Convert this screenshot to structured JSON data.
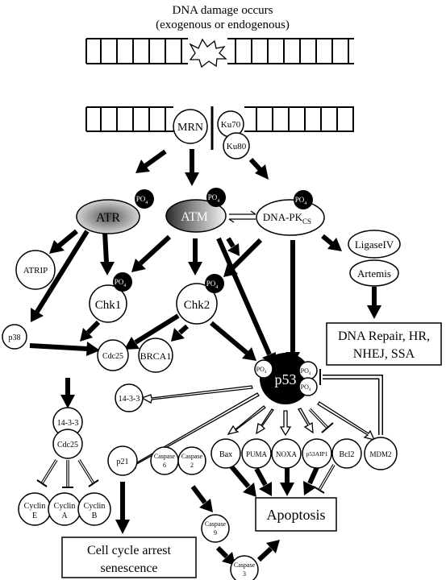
{
  "header": {
    "line1": "DNA damage occurs",
    "line2": "(exogenous or endogenous)"
  },
  "nodes": {
    "mrn": "MRN",
    "ku70": "Ku70",
    "ku80": "Ku80",
    "atr": "ATR",
    "atm": "ATM",
    "dnapk": "DNA-PK",
    "dnapk_sub": "CS",
    "po4": "PO",
    "po4_sub": "4",
    "atrip": "ATRIP",
    "chk1": "Chk1",
    "chk2": "Chk2",
    "ligase": "LigaseIV",
    "artemis": "Artemis",
    "p38": "p38",
    "cdc25": "Cdc25",
    "brca1": "BRCA1",
    "p53": "p53",
    "complex_1433": "14-3-3",
    "complex_cdc25": "Cdc25",
    "p21": "p21",
    "caspase6_a": "Caspase",
    "caspase6_b": "6",
    "caspase2_a": "Caspase",
    "caspase2_b": "2",
    "caspase9_a": "Caspase",
    "caspase9_b": "9",
    "caspase3_a": "Caspase",
    "caspase3_b": "3",
    "bax": "Bax",
    "puma": "PUMA",
    "noxa": "NOXA",
    "p53aip1": "p53AIP1",
    "bcl2": "Bcl2",
    "mdm2": "MDM2",
    "cyclin": "Cyclin",
    "cyclin_e": "E",
    "cyclin_a": "A",
    "cyclin_b": "B"
  },
  "outcomes": {
    "repair_line1": "DNA Repair, HR,",
    "repair_line2": "NHEJ, SSA",
    "apoptosis": "Apoptosis",
    "arrest_line1": "Cell cycle arrest",
    "arrest_line2": "senescence"
  }
}
